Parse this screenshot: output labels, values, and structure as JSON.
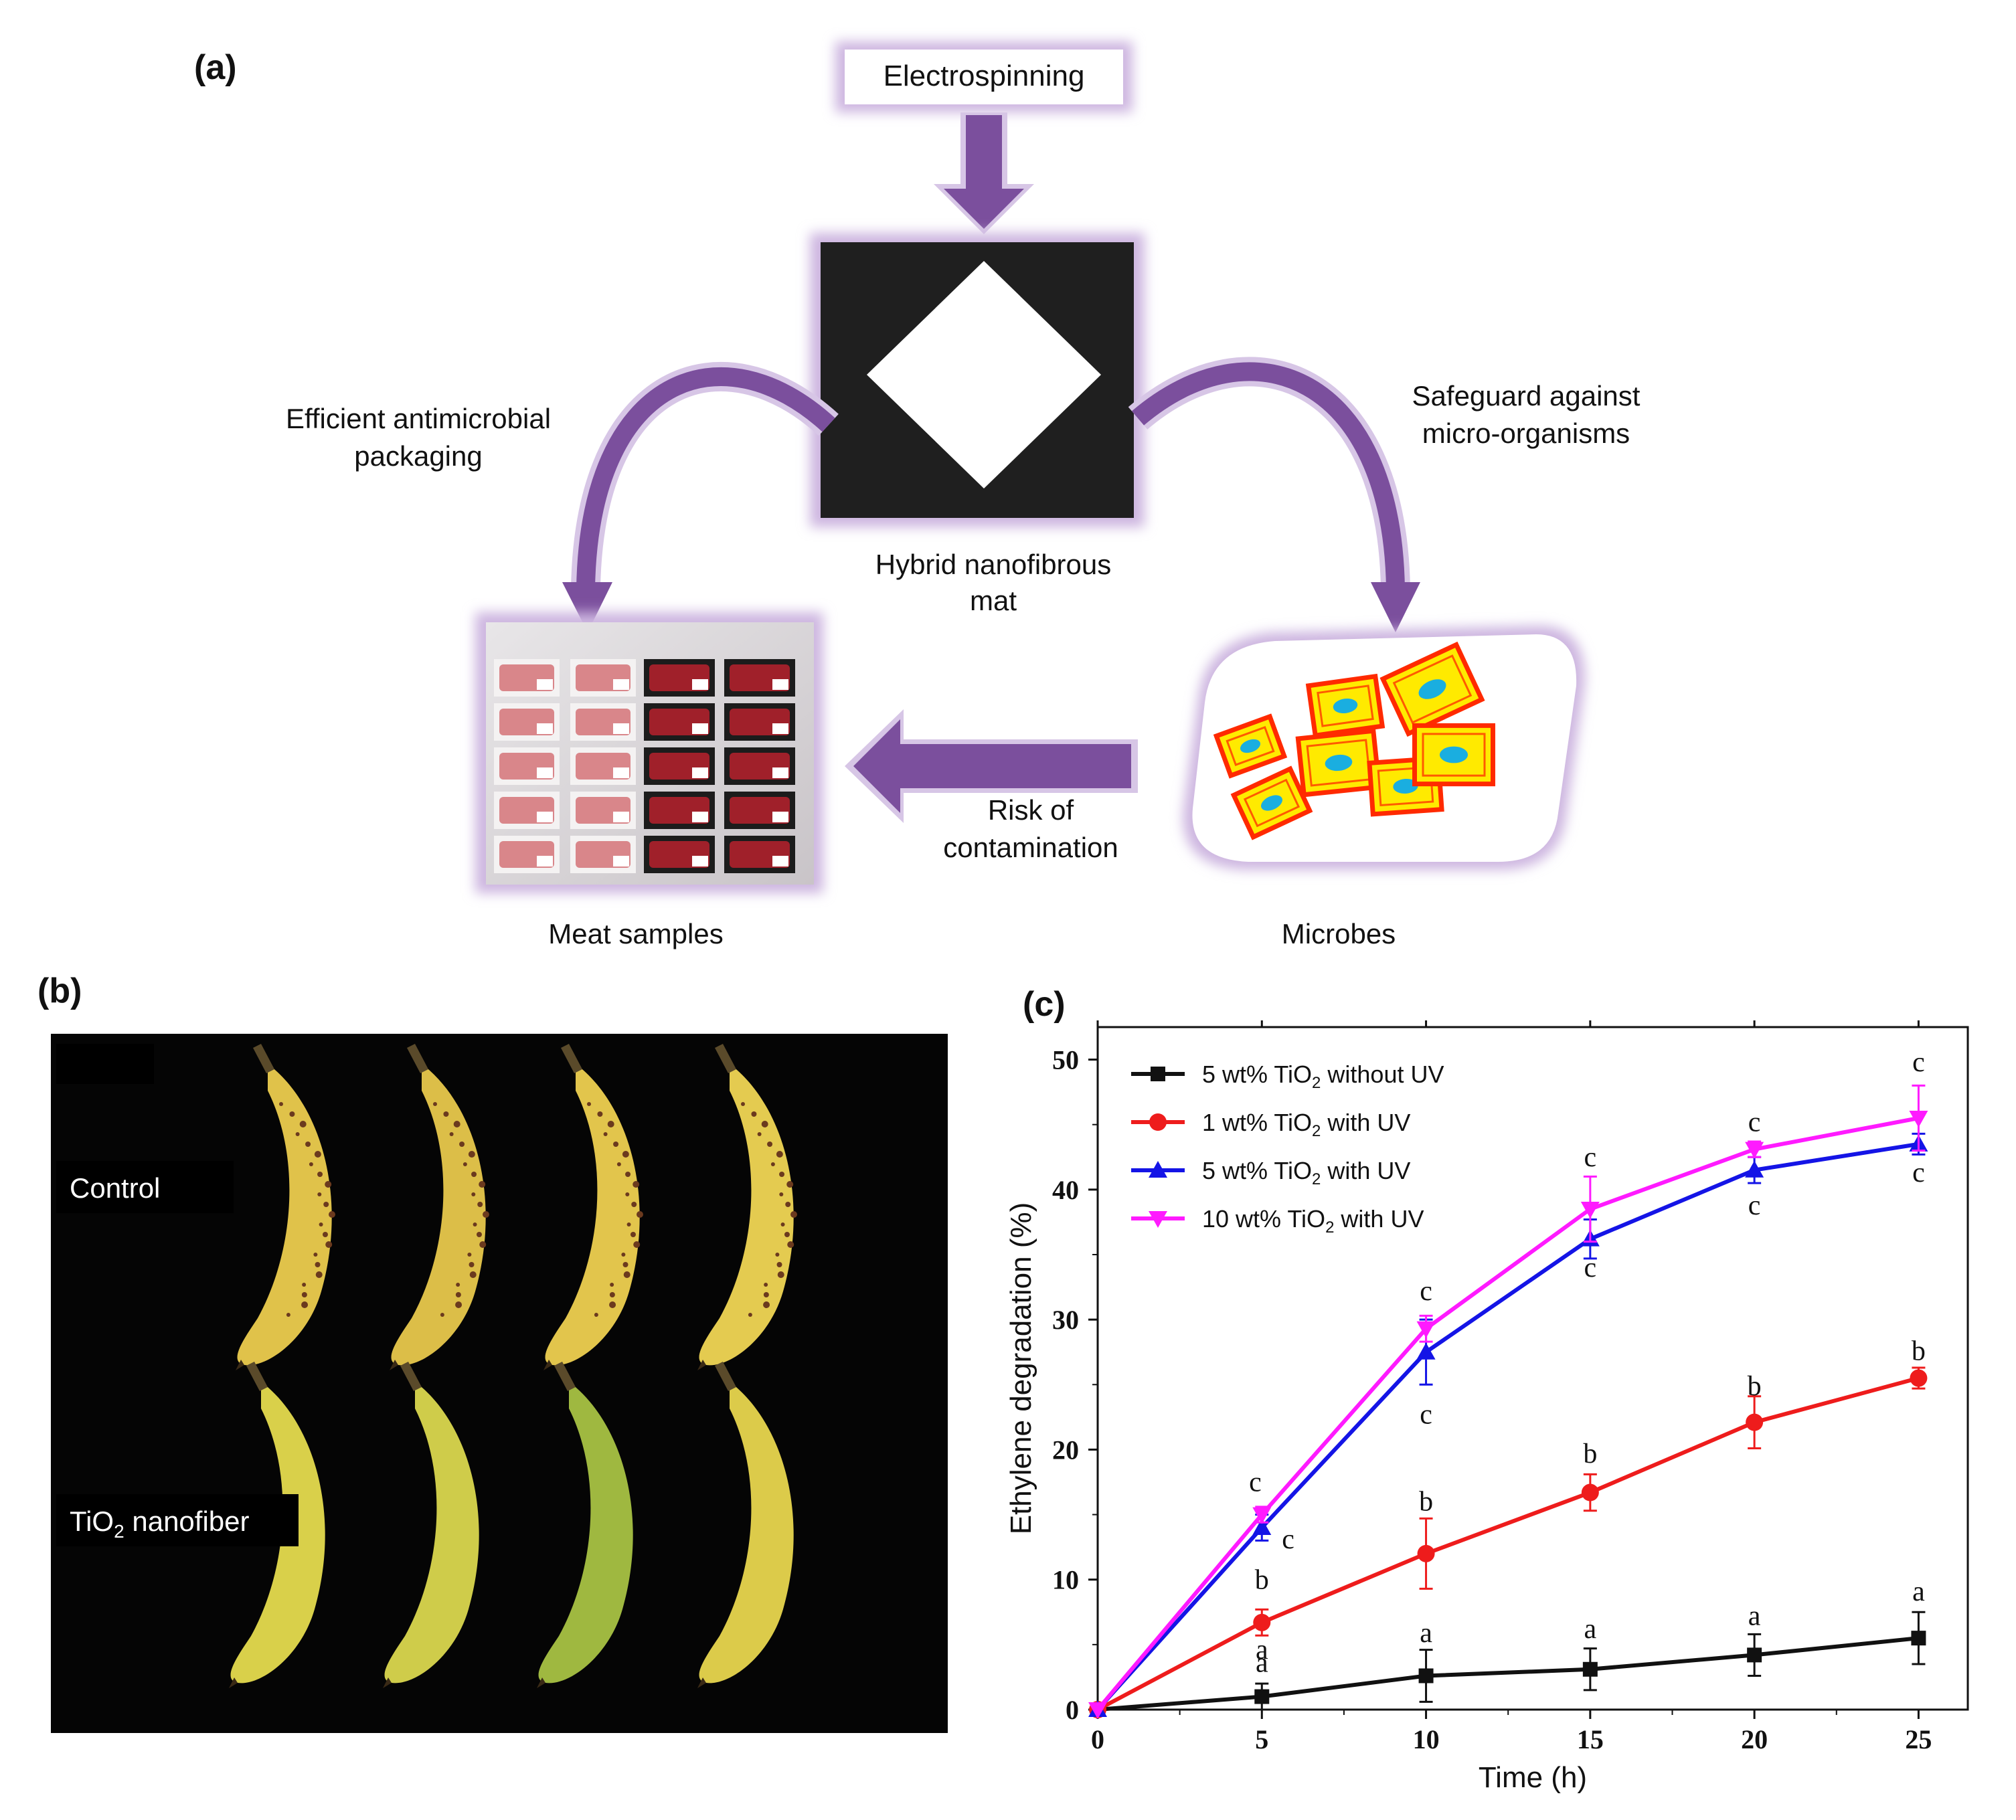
{
  "panel_a": {
    "label": "(a)",
    "electrospinning": "Electrospinning",
    "mat_caption_line1": "Hybrid nanofibrous",
    "mat_caption_line2": "mat",
    "left_arrow_line1": "Efficient antimicrobial",
    "left_arrow_line2": "packaging",
    "right_arrow_line1": "Safeguard against",
    "right_arrow_line2": "micro-organisms",
    "bottom_arrow_line1": "Risk of",
    "bottom_arrow_line2": "contamination",
    "meat_caption": "Meat samples",
    "microbes_caption": "Microbes",
    "colors": {
      "arrow": "#7b4f9d",
      "glow": "#cdb6e0",
      "mat": "#1f1f1f"
    }
  },
  "panel_b": {
    "label": "(b)",
    "control_label": "Control",
    "tio2_label_prefix": "TiO",
    "tio2_label_sub": "2",
    "tio2_label_suffix": " nanofiber"
  },
  "panel_c": {
    "label": "(c)"
  },
  "chart_data": {
    "type": "line",
    "title": "",
    "xlabel": "Time (h)",
    "ylabel": "Ethylene degradation (%)",
    "xlim": [
      0,
      26.5
    ],
    "ylim": [
      0,
      52.5
    ],
    "xticks": [
      0,
      5,
      10,
      15,
      20,
      25
    ],
    "yticks": [
      0,
      10,
      20,
      30,
      40,
      50
    ],
    "grid": false,
    "legend": "top-left",
    "x": [
      0,
      5,
      10,
      15,
      20,
      25
    ],
    "series": [
      {
        "name": "5 wt% TiO2 without UV",
        "legend_parts": [
          "5 wt% TiO",
          "2",
          " without UV"
        ],
        "color": "#111111",
        "marker": "square",
        "values": [
          0,
          1,
          2.6,
          3.1,
          4.2,
          5.5
        ],
        "errors": [
          0,
          1.0,
          2.0,
          1.6,
          1.6,
          2.0
        ],
        "letters": [
          {
            "x": 5,
            "y": 2.9,
            "text": "a"
          },
          {
            "x": 5,
            "y": 3.9,
            "text": "a"
          },
          {
            "x": 10,
            "y": 5.2,
            "text": "a"
          },
          {
            "x": 15,
            "y": 5.5,
            "text": "a"
          },
          {
            "x": 20,
            "y": 6.5,
            "text": "a"
          },
          {
            "x": 25,
            "y": 8.4,
            "text": "a"
          }
        ]
      },
      {
        "name": "1 wt% TiO2 with UV",
        "legend_parts": [
          "1 wt% TiO",
          "2",
          " with UV"
        ],
        "color": "#ee1c1c",
        "marker": "circle",
        "values": [
          0,
          6.7,
          12.0,
          16.7,
          22.1,
          25.5
        ],
        "errors": [
          0,
          1.0,
          2.7,
          1.4,
          2.0,
          0.8
        ],
        "letters": [
          {
            "x": 5,
            "y": 9.3,
            "text": "b"
          },
          {
            "x": 10,
            "y": 15.3,
            "text": "b"
          },
          {
            "x": 15,
            "y": 19.0,
            "text": "b"
          },
          {
            "x": 20,
            "y": 24.2,
            "text": "b"
          },
          {
            "x": 25,
            "y": 26.9,
            "text": "b"
          }
        ]
      },
      {
        "name": "5 wt% TiO2 with UV",
        "legend_parts": [
          "5 wt% TiO",
          "2",
          " with UV"
        ],
        "color": "#1414e6",
        "marker": "triangle-up",
        "values": [
          0,
          14.0,
          27.5,
          36.2,
          41.5,
          43.5
        ],
        "errors": [
          0,
          1.0,
          2.5,
          1.5,
          1.0,
          0.8
        ],
        "letters": [
          {
            "x": 5.8,
            "y": 12.4,
            "text": "c"
          },
          {
            "x": 10,
            "y": 22.0,
            "text": "c"
          },
          {
            "x": 15,
            "y": 33.3,
            "text": "c"
          },
          {
            "x": 20,
            "y": 38.1,
            "text": "c"
          },
          {
            "x": 25,
            "y": 40.6,
            "text": "c"
          }
        ]
      },
      {
        "name": "10 wt% TiO2 with UV",
        "legend_parts": [
          "10 wt% TiO",
          "2",
          " with UV"
        ],
        "color": "#ff1aff",
        "marker": "triangle-down",
        "values": [
          0,
          15.0,
          29.3,
          38.5,
          43.1,
          45.5
        ],
        "errors": [
          0,
          0.6,
          1.0,
          2.5,
          0.6,
          2.5
        ],
        "letters": [
          {
            "x": 4.8,
            "y": 16.8,
            "text": "c"
          },
          {
            "x": 10,
            "y": 31.5,
            "text": "c"
          },
          {
            "x": 15,
            "y": 41.8,
            "text": "c"
          },
          {
            "x": 20,
            "y": 44.5,
            "text": "c"
          },
          {
            "x": 25,
            "y": 49.1,
            "text": "c"
          }
        ]
      }
    ]
  }
}
